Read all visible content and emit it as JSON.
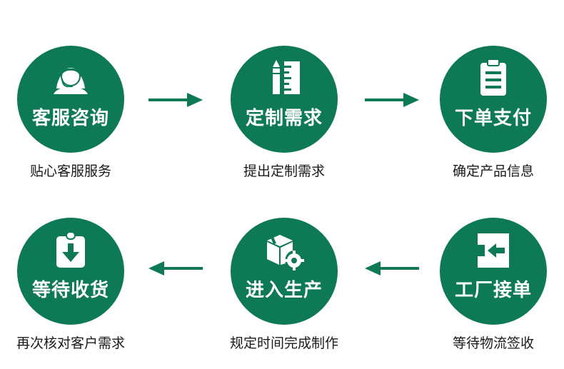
{
  "brand_color": "#0d7a55",
  "steps": [
    {
      "title": "客服咨询",
      "caption": "贴心客服服务",
      "icon": "customer-service-icon"
    },
    {
      "title": "定制需求",
      "caption": "提出定制需求",
      "icon": "pencil-ruler-icon"
    },
    {
      "title": "下单支付",
      "caption": "确定产品信息",
      "icon": "clipboard-icon"
    },
    {
      "title": "工厂接单",
      "caption": "等待物流签收",
      "icon": "door-arrow-icon"
    },
    {
      "title": "进入生产",
      "caption": "规定时间完成制作",
      "icon": "box-gear-icon"
    },
    {
      "title": "等待收货",
      "caption": "再次核对客户需求",
      "icon": "download-tag-icon"
    }
  ]
}
